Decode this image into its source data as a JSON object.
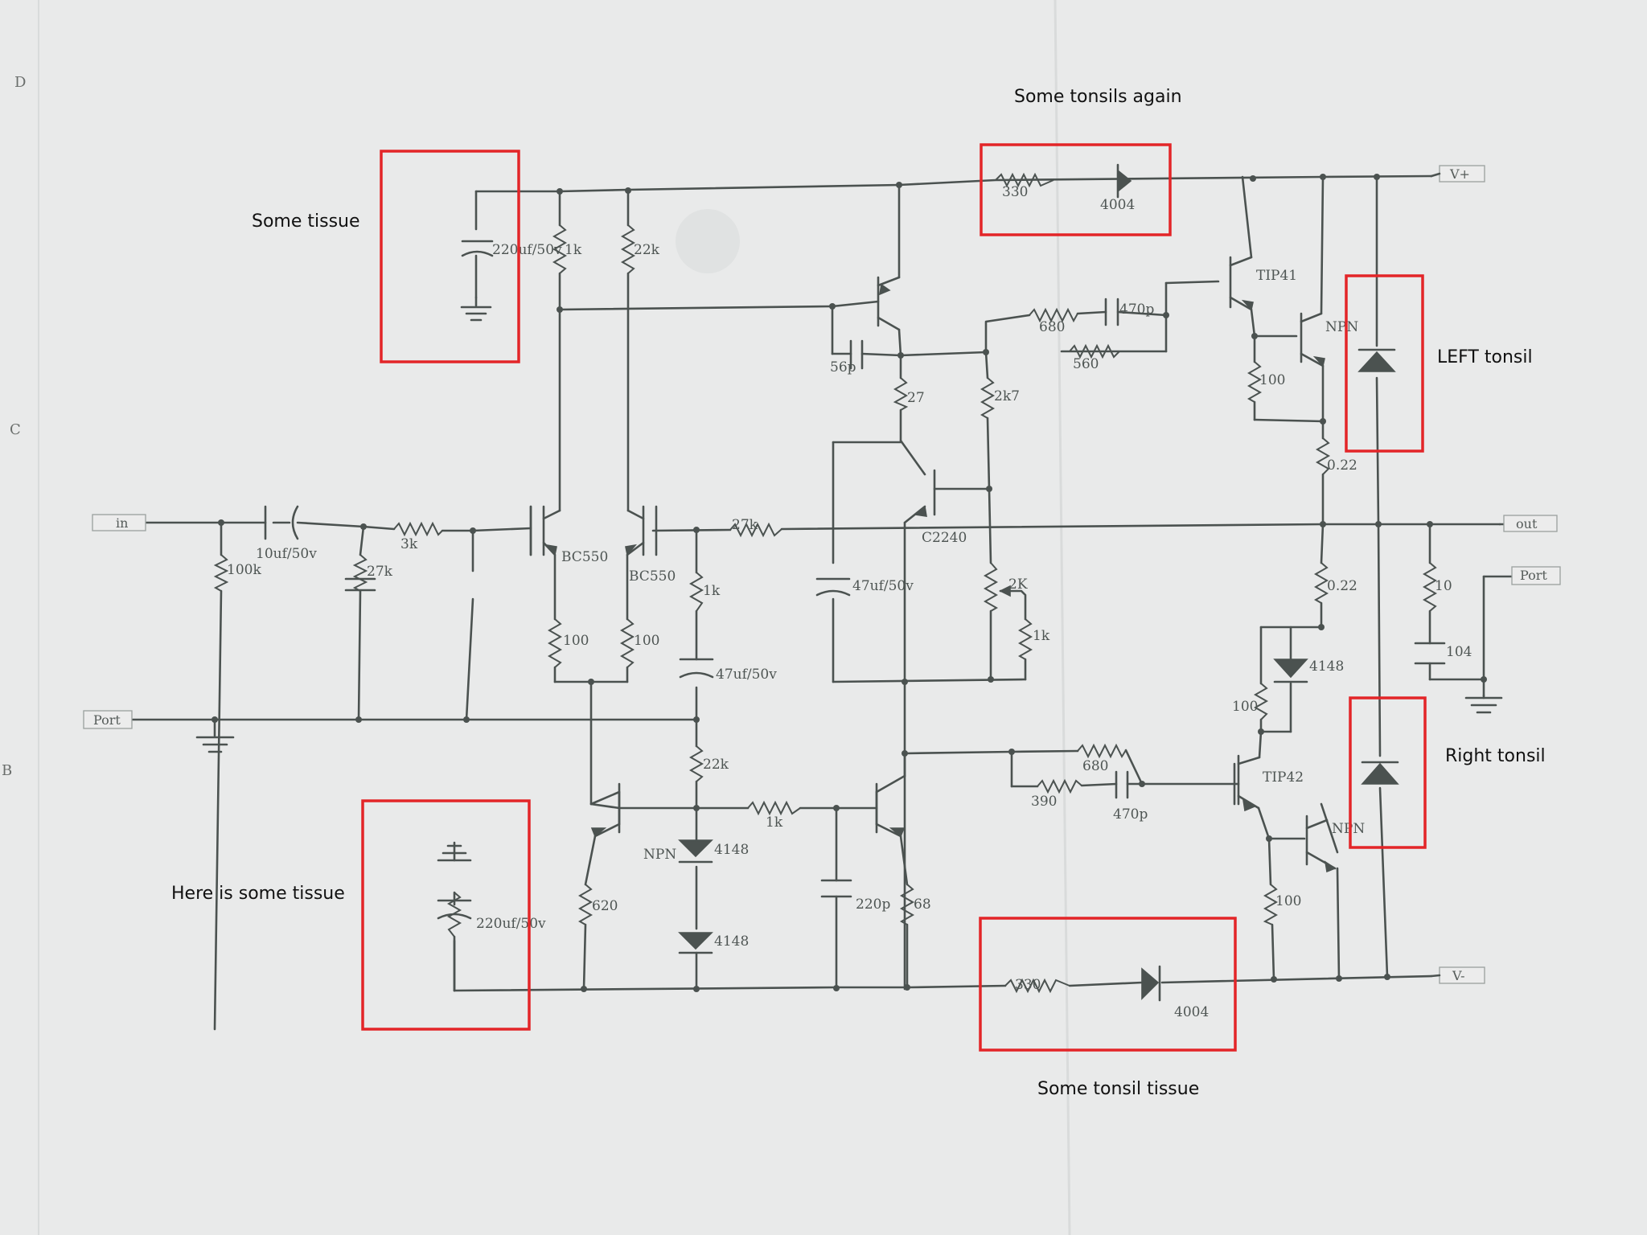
{
  "annotations": {
    "top_left": "Some tissue",
    "bottom_left": "Here is some tissue",
    "top_center": "Some tonsils again",
    "bottom_center": "Some tonsil tissue",
    "right_upper": "LEFT tonsil",
    "right_lower": "Right tonsil"
  },
  "ports": {
    "in": "in",
    "out": "out",
    "port_left": "Port",
    "port_right": "Port",
    "vplus": "V+",
    "vminus": "V-"
  },
  "edge_marks": {
    "d": "D",
    "c": "C",
    "b": "B"
  },
  "components": {
    "c_220_top": "220uf/50v",
    "c_220_bot": "220uf/50v",
    "c_10uf": "10uf/50v",
    "c_47_mid": "47uf/50v",
    "c_47_fb": "47uf/50v",
    "c_56p": "56p",
    "c_470p_top": "470p",
    "c_470p_bot": "470p",
    "c_220p": "220p",
    "c_104": "104",
    "r_1k_top": "1k",
    "r_22k_top": "22k",
    "r_100k": "100k",
    "r_27k_in": "27k",
    "r_3k": "3k",
    "r_100_a": "100",
    "r_100_b": "100",
    "r_27k_fb": "27k",
    "r_1k_fb": "1k",
    "r_22k_bot": "22k",
    "r_1k_bias": "1k",
    "r_620": "620",
    "r_68": "68",
    "r_27": "27",
    "r_2k7": "2k7",
    "r_2k": "2K",
    "r_1k_pot": "1k",
    "r_680_top": "680",
    "r_560": "560",
    "r_680_bot": "680",
    "r_390": "390",
    "r_100_tip41": "100",
    "r_022_top": "0.22",
    "r_022_bot": "0.22",
    "r_100_tip42": "100",
    "r_100_npn": "100",
    "r_10": "10",
    "r_330_top": "330",
    "r_330_bot": "330",
    "d_4004_top": "4004",
    "d_4004_bot": "4004",
    "d_4148_a": "4148",
    "d_4148_b": "4148",
    "d_4148_c": "4148",
    "q_bc550_a": "BC550",
    "q_bc550_b": "BC550",
    "q_c2240": "C2240",
    "q_tip41": "TIP41",
    "q_tip42": "TIP42",
    "q_npn_top": "NPN",
    "q_npn_bot": "NPN",
    "q_npn_bias": "NPN"
  },
  "colors": {
    "paper": "#e9eaea",
    "ink": "#4b5250",
    "highlight": "#e32528",
    "annotation_text": "#111111"
  }
}
